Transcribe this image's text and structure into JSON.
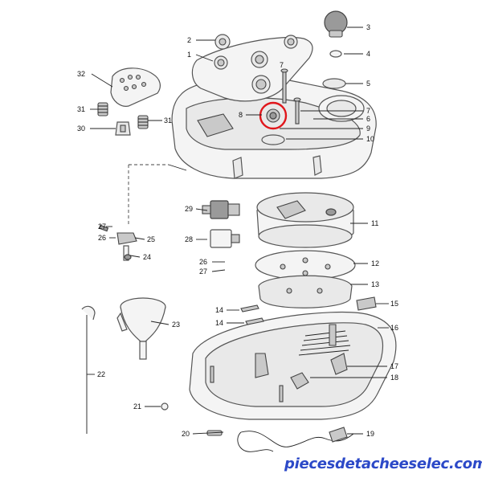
{
  "diagram": {
    "watermark": "piecesdetacheeselec.com",
    "highlight_color": "#e0161b",
    "highlighted_part": "8",
    "labels": {
      "p1": "1",
      "p2": "2",
      "p3": "3",
      "p4": "4",
      "p5": "5",
      "p6": "6",
      "p7a": "7",
      "p7b": "7",
      "p8": "8",
      "p9": "9",
      "p10": "10",
      "p11": "11",
      "p12": "12",
      "p13": "13",
      "p14a": "14",
      "p14b": "14",
      "p15": "15",
      "p16": "16",
      "p17": "17",
      "p18": "18",
      "p19": "19",
      "p20": "20",
      "p21": "21",
      "p22": "22",
      "p23": "23",
      "p24": "24",
      "p25": "25",
      "p26a": "26",
      "p26b": "26",
      "p27a": "27",
      "p27b": "27",
      "p28": "28",
      "p29": "29",
      "p30": "30",
      "p31a": "31",
      "p31b": "31",
      "p32": "32"
    }
  }
}
